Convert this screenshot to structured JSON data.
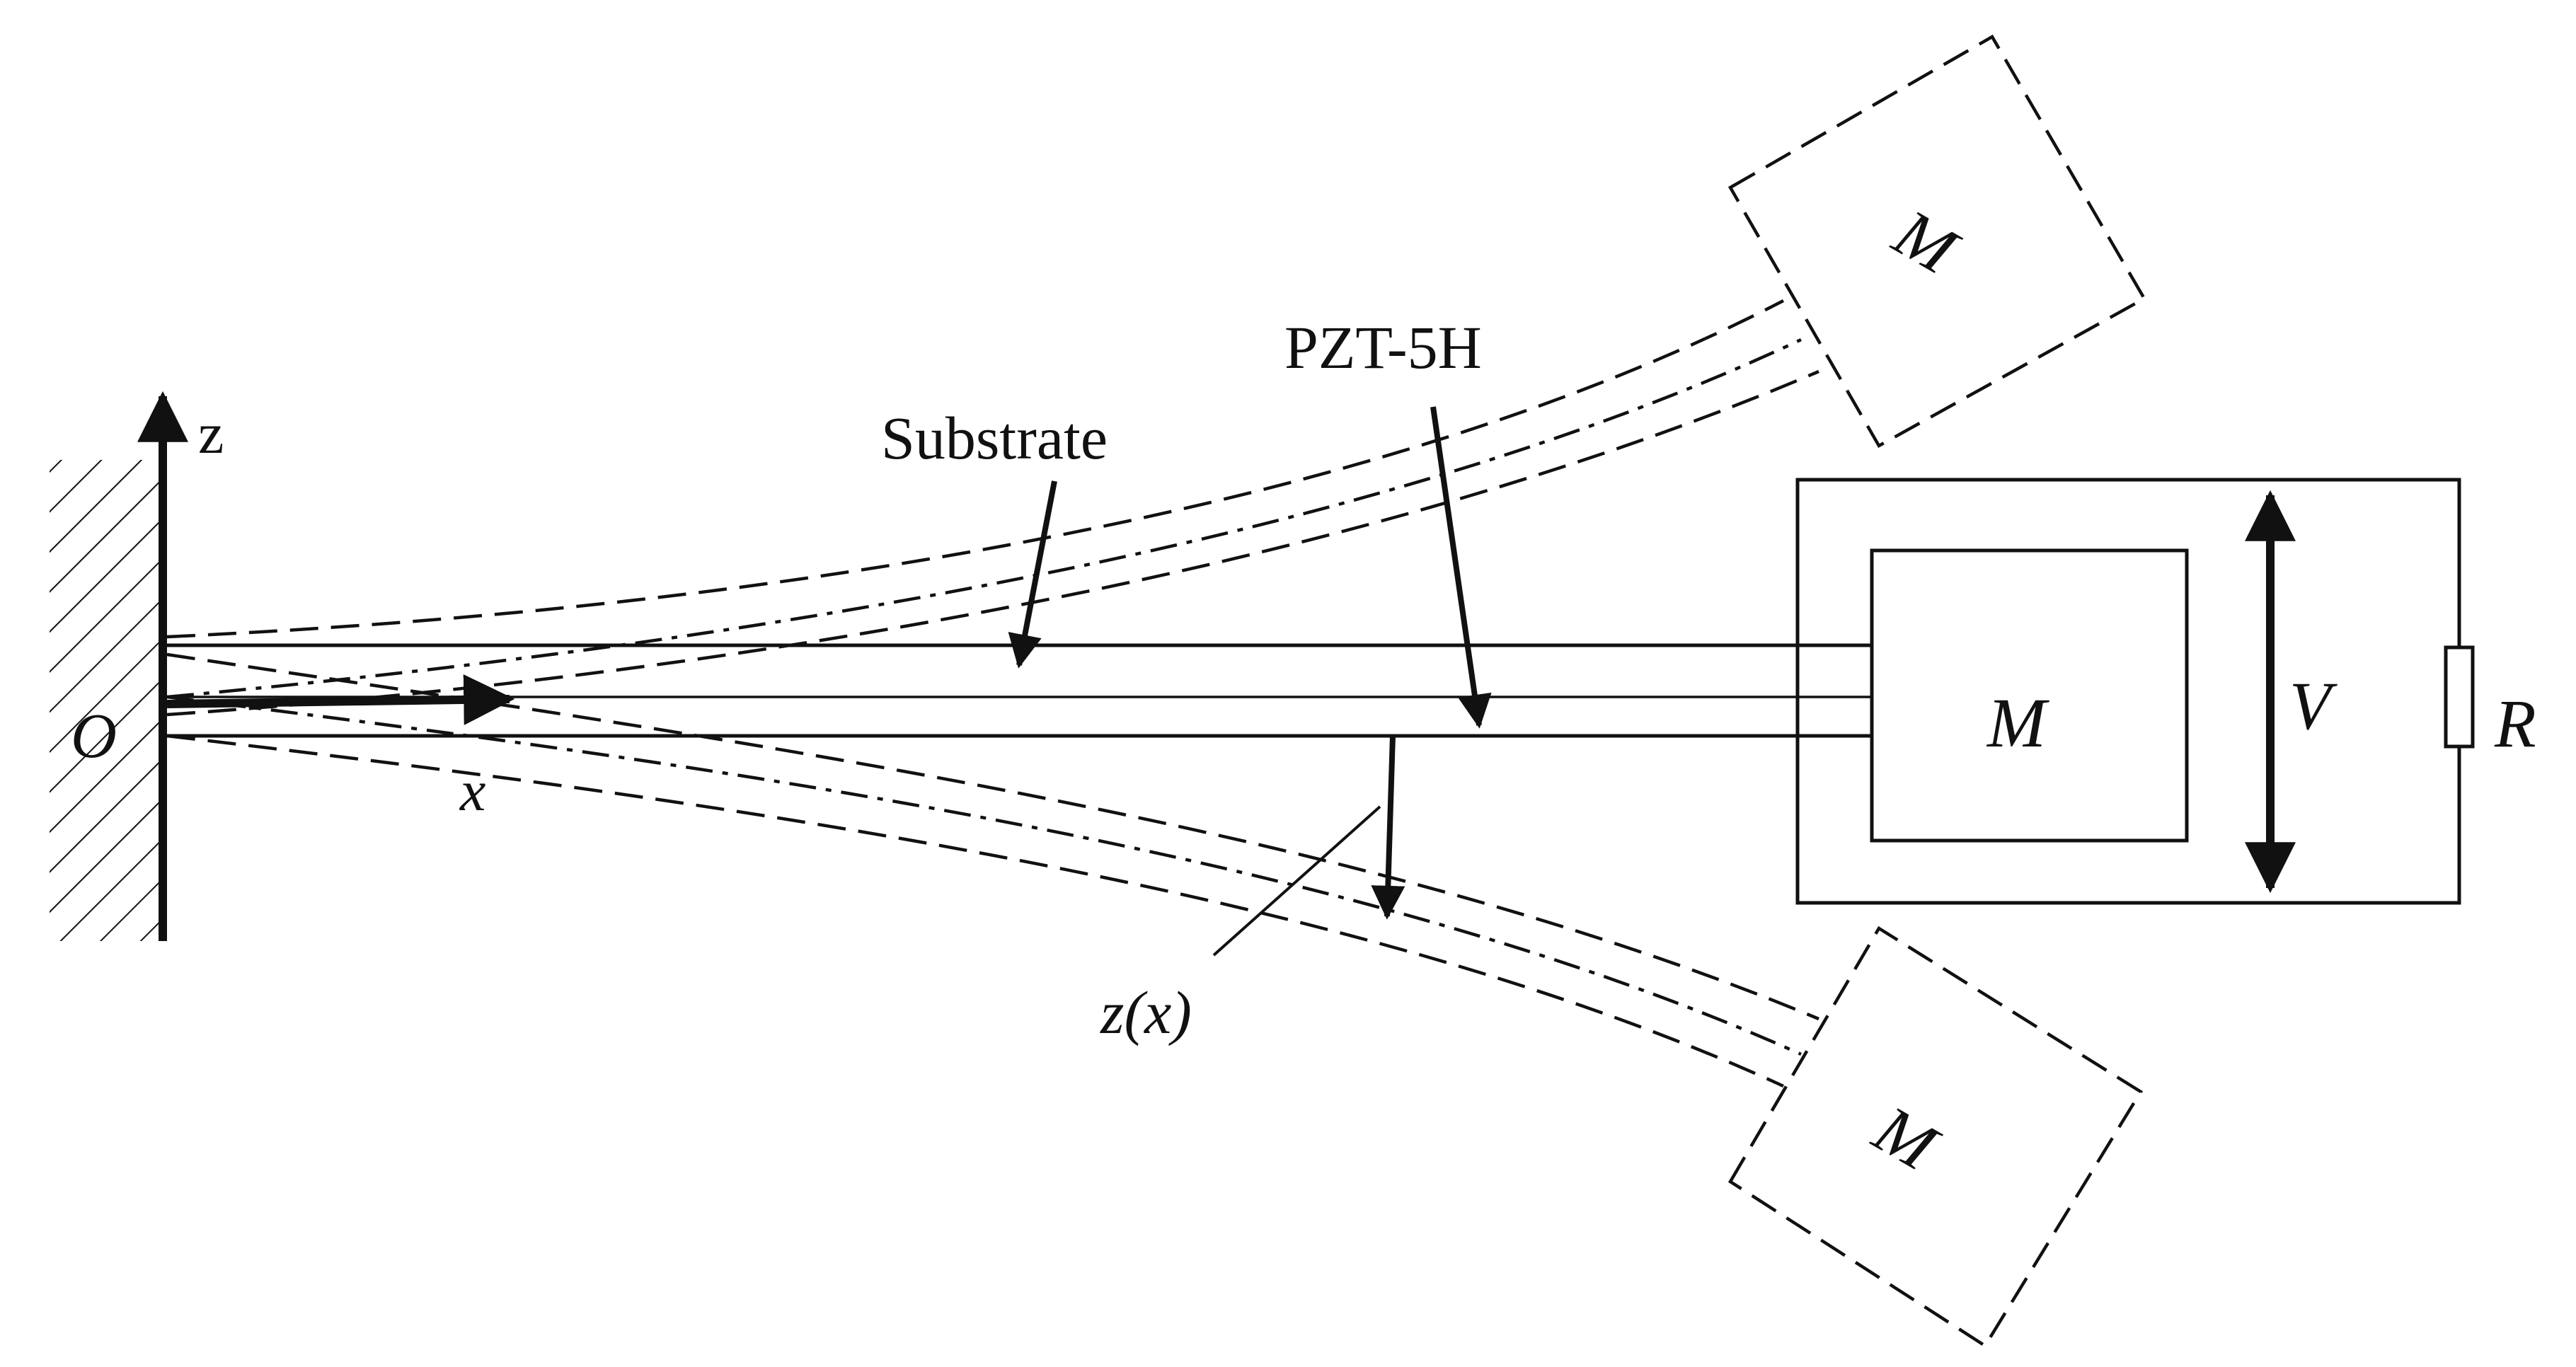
{
  "labels": {
    "axis_z": "z",
    "axis_x": "x",
    "origin": "O",
    "substrate": "Substrate",
    "piezo": "PZT-5H",
    "deflection": "z(x)",
    "mass_top": "M",
    "mass_center": "M",
    "mass_bottom": "M",
    "voltage": "V",
    "resistor": "R"
  },
  "colors": {
    "ink": "#111111",
    "background": "#ffffff"
  }
}
